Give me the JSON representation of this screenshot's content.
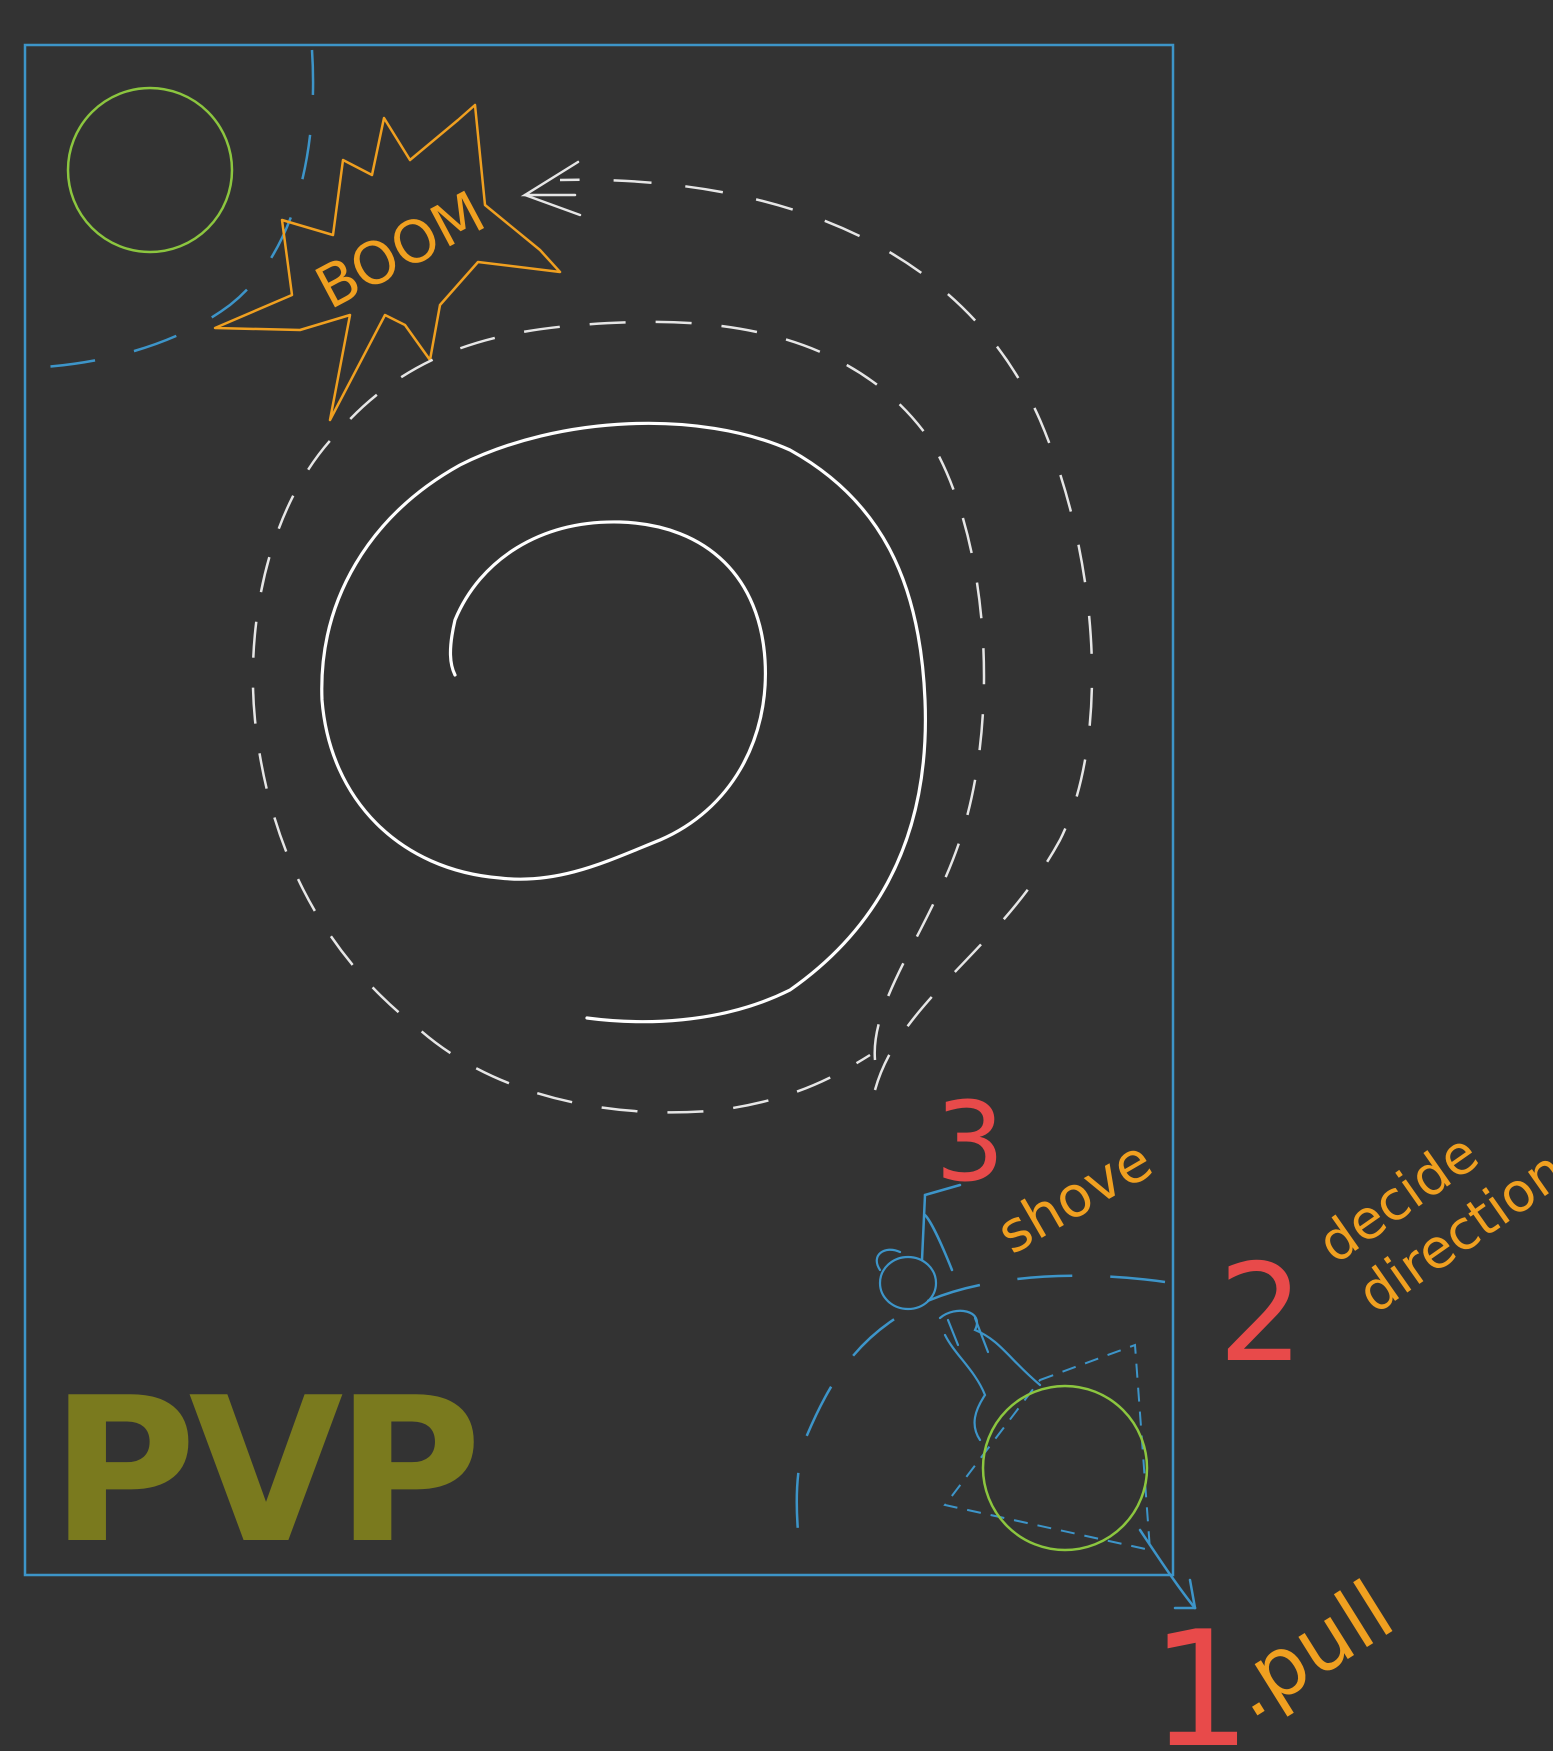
{
  "colors": {
    "background": "#333333",
    "arena_border": "#3d95c9",
    "player_circle": "#8cc63f",
    "explosion": "#f0a020",
    "spiral": "#ffffff",
    "step_number": "#e84a4a",
    "step_label": "#f0a020",
    "pvp": "#7a7a1e"
  },
  "labels": {
    "boom": "BOOM",
    "pvp": "PVP",
    "step1_number": "1",
    "step1_label": ".pull",
    "step2_number": "2",
    "step2_label_line1": "decide",
    "step2_label_line2": "direction",
    "step3_number": "3",
    "step3_label": "shove"
  },
  "icons": {
    "player_self": "circle",
    "player_opponent": "circle",
    "explosion": "starburst",
    "vortex": "spiral",
    "hand": "hand-sketch",
    "aim_arrow": "arrow"
  }
}
